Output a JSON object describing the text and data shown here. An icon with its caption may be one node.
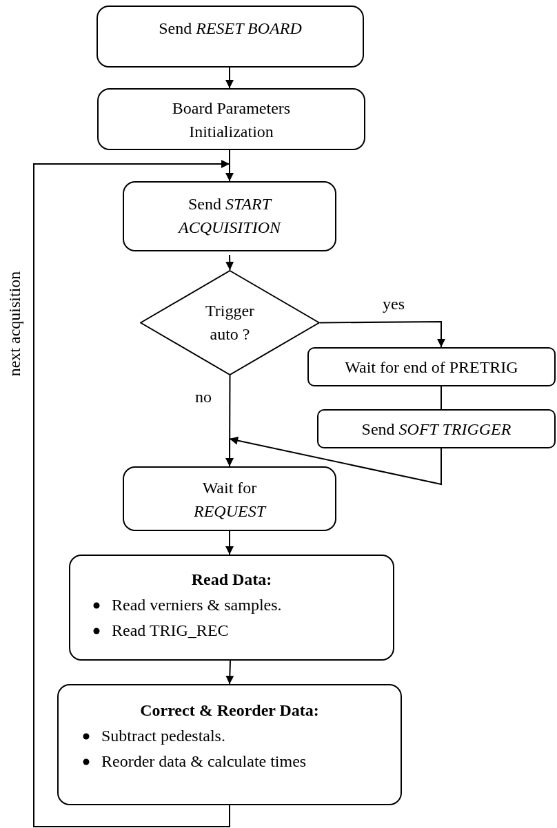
{
  "diagram": {
    "nodes": [
      {
        "text": [
          "Send *RESET BOARD*"
        ]
      },
      {
        "text": [
          "Board Parameters Initialization"
        ]
      },
      {
        "text": [
          "Send *START ACQUISITION*"
        ]
      },
      {
        "text": [
          "Trigger auto ?"
        ]
      },
      {
        "text": [
          "Wait for end of PRETRIG"
        ]
      },
      {
        "text": [
          "Send *SOFT TRIGGER*"
        ]
      },
      {
        "text": [
          "Wait for *REQUEST*"
        ]
      },
      {
        "text": [
          "Read Data:",
          "Read verniers & samples.",
          "Read TRIG_REC"
        ]
      },
      {
        "text": [
          "Correct & Reorder Data:",
          "Subtract pedestals.",
          "Reorder data & calculate times"
        ]
      }
    ],
    "edges": [
      {
        "from": 0,
        "to": 1,
        "arrow": "to"
      },
      {
        "from": 1,
        "to": 2,
        "arrow": "to"
      },
      {
        "from": 8,
        "to": 2,
        "arrow": "to",
        "label": "next acquisition"
      },
      {
        "from": 2,
        "to": 3,
        "arrow": "to"
      },
      {
        "from": 3,
        "to": 4,
        "arrow": "to",
        "label": "yes"
      },
      {
        "from": 3,
        "to": 6,
        "arrow": "to",
        "label": "no"
      },
      {
        "from": 4,
        "to": 5,
        "arrow": "none"
      },
      {
        "from": 5,
        "to": 6,
        "arrow": "to"
      },
      {
        "from": 6,
        "to": 7,
        "arrow": "to"
      },
      {
        "from": 7,
        "to": 8,
        "arrow": "to"
      }
    ]
  }
}
